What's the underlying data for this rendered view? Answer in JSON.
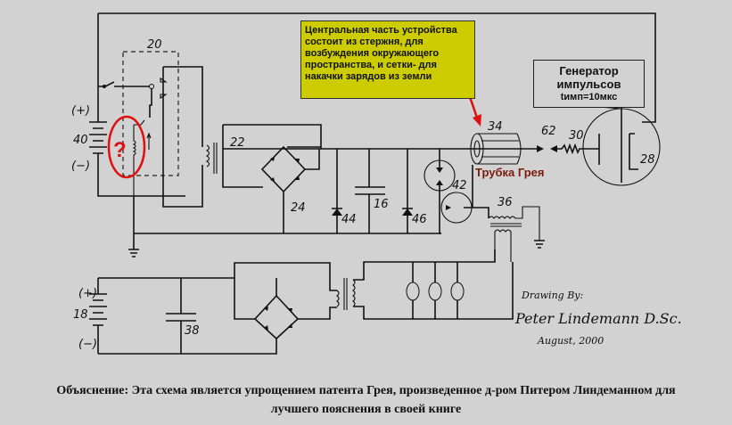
{
  "note": {
    "text": "Центральная часть устройства состоит из стержня, для возбуждения окружающего пространства, и сетки- для накачки зарядов из земли",
    "background": "#cccc00"
  },
  "generator": {
    "line1": "Генератор",
    "line2": "импульсов",
    "line3": "tимп=10мкс"
  },
  "tube_label": "Трубка Грея",
  "question_mark": "?",
  "component_labels": {
    "c20": "20",
    "c22": "22",
    "c24": "24",
    "c40": "40",
    "c44": "44",
    "c16": "16",
    "c46": "46",
    "c42": "42",
    "c34": "34",
    "c36": "36",
    "c62": "62",
    "c30": "30",
    "c28": "28",
    "c18": "18",
    "c38": "38",
    "plus": "(+)",
    "minus": "(−)"
  },
  "signature": {
    "line1": "Drawing By:",
    "line2": "Peter Lindemann D.Sc.",
    "line3": "August, 2000"
  },
  "caption": {
    "line1": "Объяснение: Эта схема является упрощением патента Грея, произведенное д-ром Питером Линдеманном для",
    "line2": "лучшего пояснения в своей книге"
  },
  "colors": {
    "annotation_red": "#e01010",
    "tube_label": "#7a1c0c",
    "background": "#d2d2d2"
  }
}
